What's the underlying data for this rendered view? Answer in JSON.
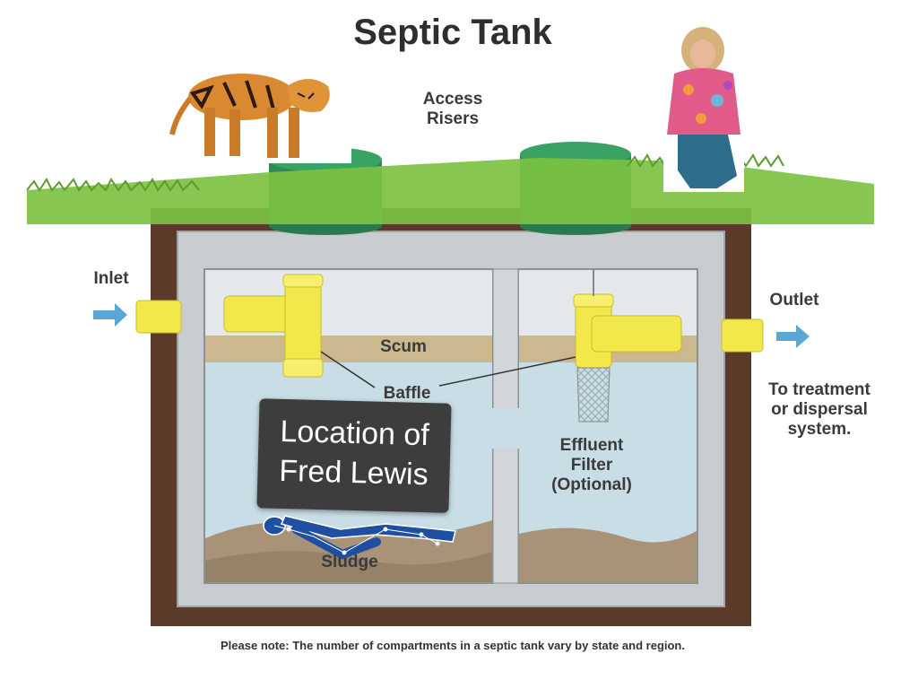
{
  "title": "Septic Tank",
  "labels": {
    "access_risers": "Access\nRisers",
    "inlet": "Inlet",
    "outlet": "Outlet",
    "scum": "Scum",
    "baffle": "Baffle",
    "effluent_filter": "Effluent\nFilter\n(Optional)",
    "sludge": "Sludge",
    "to_treatment": "To treatment\nor dispersal\nsystem."
  },
  "callout": "Location of\nFred Lewis",
  "note": "Please note: The number of compartments in a septic tank vary by state and region.",
  "colors": {
    "grass": "#7cc142",
    "soil": "#5b3a29",
    "tank": "#bfc3c6",
    "water": "#c9dde6",
    "scum": "#c9b58c",
    "sludge": "#a89378",
    "pipe": "#f2e84b",
    "riser": "#2f8a55",
    "arrow": "#5aa7d6",
    "figure": "#1f4fa0"
  },
  "overlays": [
    "tiger-photo",
    "woman-photo",
    "person-silhouette"
  ]
}
